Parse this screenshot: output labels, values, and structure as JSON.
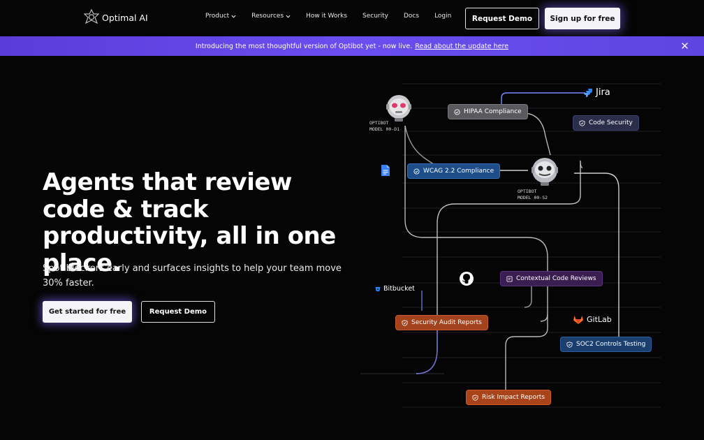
{
  "nav": {
    "logo_text": "Optimal AI",
    "items": [
      {
        "label": "Product",
        "dropdown": true
      },
      {
        "label": "Resources",
        "dropdown": true
      },
      {
        "label": "How it Works",
        "dropdown": false
      },
      {
        "label": "Security",
        "dropdown": false
      },
      {
        "label": "Docs",
        "dropdown": false
      },
      {
        "label": "Login",
        "dropdown": false
      }
    ],
    "request_demo": "Request Demo",
    "signup": "Sign up for free"
  },
  "banner": {
    "text": "Introducing the most thoughtful version of Optibot yet - now live.",
    "link": "Read about the update here",
    "color": "#5e45e0"
  },
  "hero": {
    "title": "Agents that review code & track productivity, all in one place.",
    "subtitle": "Spot blockers early and surfaces insights to help your team move 30% faster.",
    "cta_primary": "Get started for free",
    "cta_secondary": "Request Demo"
  },
  "diagram": {
    "bots": [
      {
        "line1": "OPTIBOT",
        "line2": "MODEL 00-D1"
      },
      {
        "line1": "OPTIBOT",
        "line2": "MODEL 00-S2"
      }
    ],
    "chips": {
      "hipaa": "HIPAA Compliance",
      "code_security": "Code Security",
      "wcag": "WCAG 2.2 Compliance",
      "contextual": "Contextual Code Reviews",
      "security_audit": "Security Audit Reports",
      "soc2": "SOC2 Controls Testing",
      "risk": "Risk Impact Reports"
    },
    "brands": {
      "jira": "Jira",
      "bitbucket": "Bitbucket",
      "gitlab": "GitLab"
    },
    "icons": [
      "document-icon",
      "github-icon",
      "jira-icon",
      "bitbucket-icon",
      "gitlab-icon",
      "check-circle-icon",
      "shield-icon",
      "code-review-icon"
    ]
  }
}
